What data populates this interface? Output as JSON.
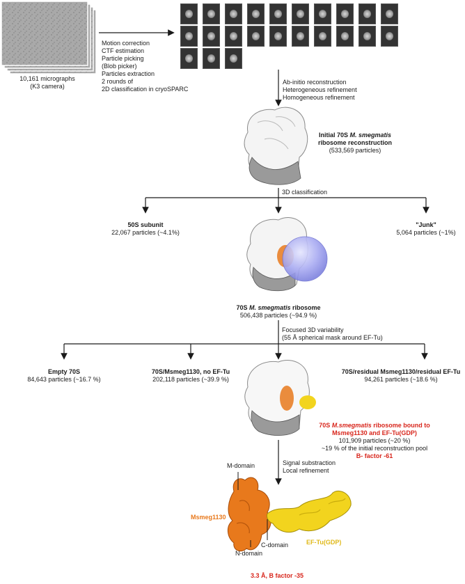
{
  "micrographs": {
    "title": "10,161 micrographs",
    "subtitle": "(K3 camera)"
  },
  "preprocessing_steps": [
    "Motion correction",
    "CTF estimation",
    "Particle picking",
    "(Blob picker)",
    "Particles extraction",
    "2 rounds of",
    "2D classification in cryoSPARC"
  ],
  "reconstruction_steps": [
    "Ab-initio reconstruction",
    "Heterogeneous refinement",
    "Homogeneous refinement"
  ],
  "initial_map": {
    "line1_prefix": "Initial 70S ",
    "line1_italic": "M. smegmatis",
    "line2": "ribosome reconstruction",
    "particles": "(533,569 particles)"
  },
  "classification_label": "3D classification",
  "class_50s": {
    "title": "50S subunit",
    "particles": "22,067 particles (~4.1%)"
  },
  "class_junk": {
    "title": "\"Junk\"",
    "particles": "5,064 particles (~1%)"
  },
  "class_70s": {
    "prefix": "70S ",
    "italic": "M. smegmatis",
    "suffix": " ribosome",
    "particles": "506,438 particles (~94.9 %)"
  },
  "variability": {
    "line1": "Focused 3D variability",
    "line2": "(55 Å spherical mask around EF-Tu)"
  },
  "sub_empty": {
    "title": "Empty 70S",
    "particles": "84,643 particles (~16.7 %)"
  },
  "sub_no_eftu": {
    "title": "70S/Msmeg1130, no EF-Tu",
    "particles": "202,118 particles (~39.9 %)"
  },
  "sub_residual": {
    "title": "70S/residual Msmeg1130/residual EF-Tu",
    "particles": "94,261 particles (~18.6 %)"
  },
  "bound": {
    "prefix": "70S ",
    "italic": "M.smegmatis",
    "suffix": " ribosome bound to",
    "line2": "Msmeg1130 and EF-Tu(GDP)",
    "particles": "101,909 particles (~20 %)",
    "pool": "~19 % of the initial reconstruction pool",
    "bfactor": "B- factor -61"
  },
  "local_steps": [
    "Signal substraction",
    "Local refinement"
  ],
  "domains": {
    "m": "M-domain",
    "c": "C-domain",
    "n": "N-domain"
  },
  "protein_labels": {
    "msmeg": "Msmeg1130",
    "eftu": "EF-Tu(GDP)"
  },
  "final_result": "3.3 Å, B factor -35",
  "colors": {
    "red_label": "#d8261c",
    "msmeg_orange": "#e8791c",
    "eftu_yellow": "#f2d41e",
    "mask_blue": "#9c9ff0",
    "map_grey": "#bdbdbd"
  },
  "class_averages": {
    "rows": [
      10,
      10,
      3
    ]
  }
}
